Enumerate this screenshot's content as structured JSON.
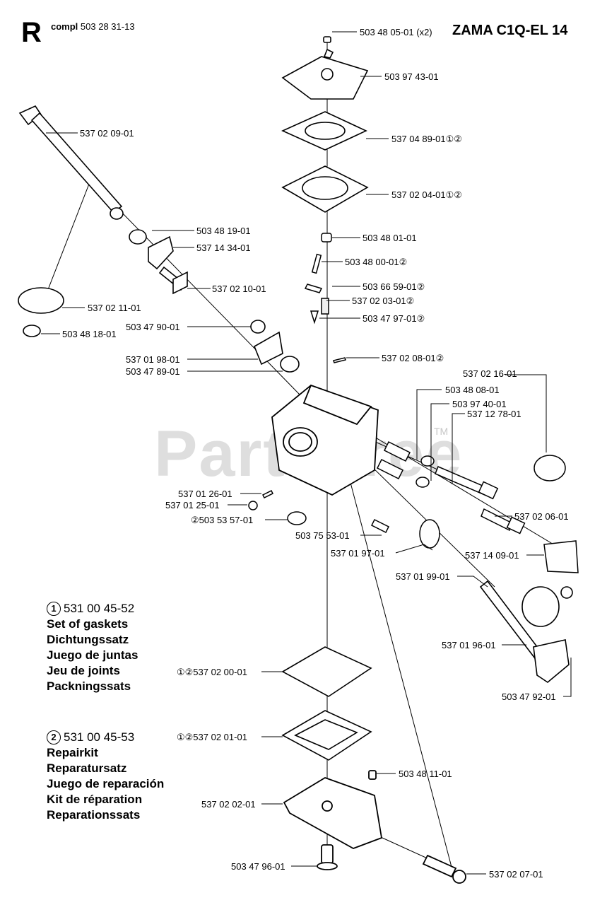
{
  "header": {
    "section_letter": "R",
    "compl_label": "compl",
    "compl_number": "503 28 31-13",
    "model": "ZAMA C1Q-EL 14"
  },
  "watermark": {
    "text": "PartsTree",
    "tm": "TM"
  },
  "kits": [
    {
      "marker": "1",
      "number": "531 00 45-52",
      "names": [
        "Set of gaskets",
        "Dichtungssatz",
        "Juego de juntas",
        "Jeu de joints",
        "Packningssats"
      ]
    },
    {
      "marker": "2",
      "number": "531 00 45-53",
      "names": [
        "Repairkit",
        "Reparatursatz",
        "Juego de reparación",
        "Kit de réparation",
        "Reparationssats"
      ]
    }
  ],
  "labels": {
    "l01": "503 48 05-01 (x2)",
    "l02": "503 97 43-01",
    "l03": "537 04 89-01①②",
    "l04": "537 02 04-01①②",
    "l05": "503 48 01-01",
    "l06": "503 48 00-01②",
    "l07": "503 66 59-01②",
    "l08": "537 02 03-01②",
    "l09": "503 47 97-01②",
    "l10": "537 02 08-01②",
    "l11": "537 02 16-01",
    "l12": "503 48 08-01",
    "l13": "503 97 40-01",
    "l14": "537 12 78-01",
    "l15": "537 02 06-01",
    "l16": "537 14 09-01",
    "l17": "537 01 99-01",
    "l18": "537 01 96-01",
    "l19": "503 47 92-01",
    "l20": "537 02 09-01",
    "l21": "503 48 19-01",
    "l22": "537 14 34-01",
    "l23": "537 02 10-01",
    "l24": "537 02 11-01",
    "l25": "503 48 18-01",
    "l26": "503 47 90-01",
    "l27": "537 01 98-01",
    "l28": "503 47 89-01",
    "l29": "537 01 26-01",
    "l30": "537 01 25-01",
    "l31": "②503 53 57-01",
    "l32": "503 75 53-01",
    "l33": "537 01 97-01",
    "l34": "①②537 02 00-01",
    "l35": "①②537 02 01-01",
    "l36": "503 48 11-01",
    "l37": "537 02 02-01",
    "l38": "503 47 96-01",
    "l39": "537 02 07-01"
  }
}
